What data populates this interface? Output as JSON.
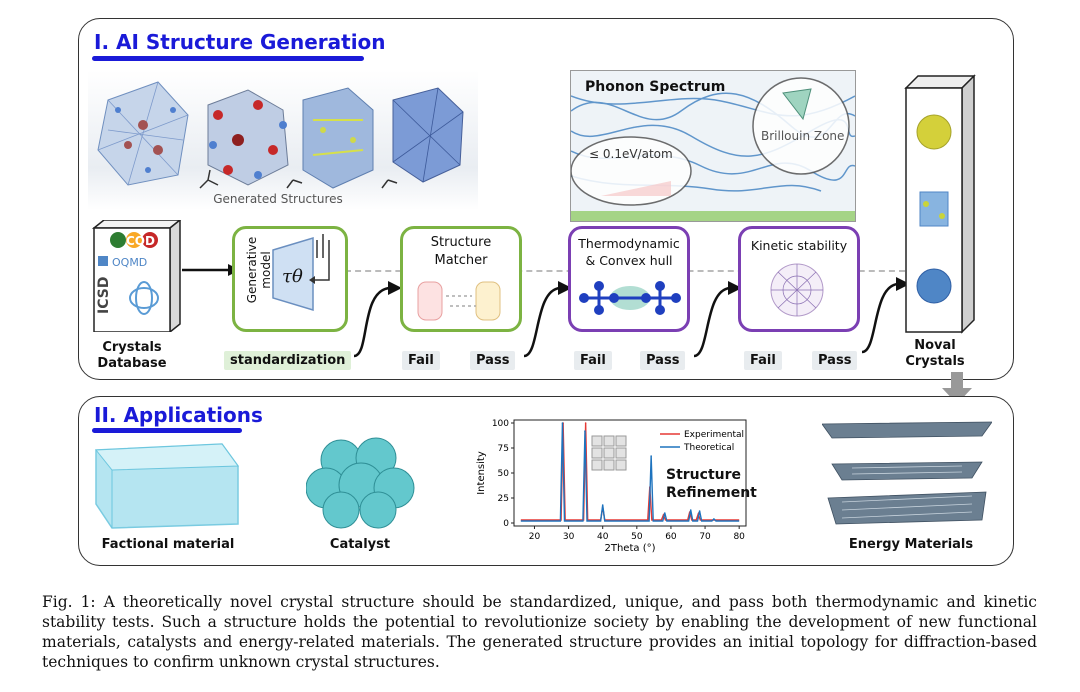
{
  "section1": {
    "title": "I. AI Structure Generation",
    "generated_label": "Generated Structures",
    "database": {
      "logos": [
        "COD",
        "OQMD",
        "ICSD"
      ],
      "label_line1": "Crystals",
      "label_line2": "Database"
    },
    "stage1": {
      "label_line1": "Generative",
      "label_line2": "model",
      "symbol": "τθ",
      "footer": "standardization"
    },
    "stage2": {
      "label_line1": "Structure",
      "label_line2": "Matcher",
      "fail": "Fail",
      "pass": "Pass"
    },
    "stage3": {
      "label_line1": "Thermodynamic",
      "label_line2": "& Convex hull",
      "fail": "Fail",
      "pass": "Pass"
    },
    "stage4": {
      "label": "Kinetic stability",
      "fail": "Fail",
      "pass": "Pass"
    },
    "phonon": {
      "title": "Phonon Spectrum",
      "zone": "Brillouin Zone",
      "energy": "≤ 0.1eV/atom"
    },
    "output": {
      "label_line1": "Noval",
      "label_line2": "Crystals"
    }
  },
  "section2": {
    "title": "II. Applications",
    "items": [
      "Factional material",
      "Catalyst",
      "Energy Materials"
    ],
    "refinement_line1": "Structure",
    "refinement_line2": "Refinement"
  },
  "chart_data": {
    "type": "line",
    "xlabel": "2Theta (°)",
    "ylabel": "Intensity",
    "xlim": [
      14,
      82
    ],
    "ylim": [
      -3,
      103
    ],
    "xticks": [
      20,
      30,
      40,
      50,
      60,
      70,
      80
    ],
    "yticks": [
      0,
      25,
      50,
      75,
      100
    ],
    "legend_position": "top-right",
    "series": [
      {
        "name": "Experimental",
        "color": "#e53935",
        "peaks": [
          [
            28.4,
            100
          ],
          [
            35.0,
            100
          ],
          [
            40.0,
            16
          ],
          [
            53.8,
            36
          ],
          [
            57.8,
            8
          ],
          [
            65.5,
            11
          ],
          [
            68.0,
            9
          ]
        ]
      },
      {
        "name": "Theoretical",
        "color": "#1e73be",
        "peaks": [
          [
            28.2,
            100
          ],
          [
            34.8,
            92
          ],
          [
            40.0,
            18
          ],
          [
            54.2,
            67
          ],
          [
            58.2,
            10
          ],
          [
            65.8,
            13
          ],
          [
            68.4,
            12
          ],
          [
            72.6,
            4
          ]
        ]
      }
    ]
  },
  "caption": "Fig. 1: A theoretically novel crystal structure should be standardized, unique, and pass both thermodynamic and kinetic stability tests. Such a structure holds the potential to revolutionize society by enabling the development of new functional materials, catalysts and energy-related materials. The generated structure provides an initial topology for diffraction-based techniques to confirm unknown crystal structures."
}
